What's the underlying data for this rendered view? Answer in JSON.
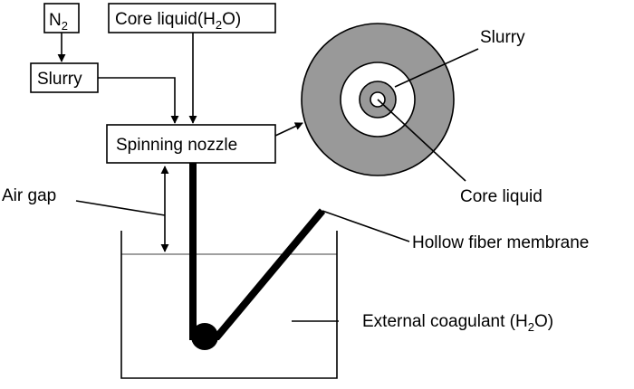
{
  "labels": {
    "n2": {
      "base": "N",
      "sub": "2"
    },
    "slurry_box": "Slurry",
    "core_liquid_box": {
      "before": "Core liquid(H",
      "sub": "2",
      "after": "O)"
    },
    "spinning_nozzle": "Spinning nozzle",
    "air_gap": "Air gap",
    "slurry_callout": "Slurry",
    "core_liquid_callout": "Core liquid",
    "hollow_fiber_membrane": "Hollow fiber membrane",
    "external_coagulant": {
      "before": "External coagulant (H",
      "sub": "2",
      "after": "O)"
    }
  },
  "colors": {
    "line": "#000000",
    "cross_section_outer": "#999999",
    "cross_section_ring": "#ffffff",
    "cross_section_inner": "#999999",
    "lumen": "#ffffff",
    "fiber": "#000000"
  }
}
